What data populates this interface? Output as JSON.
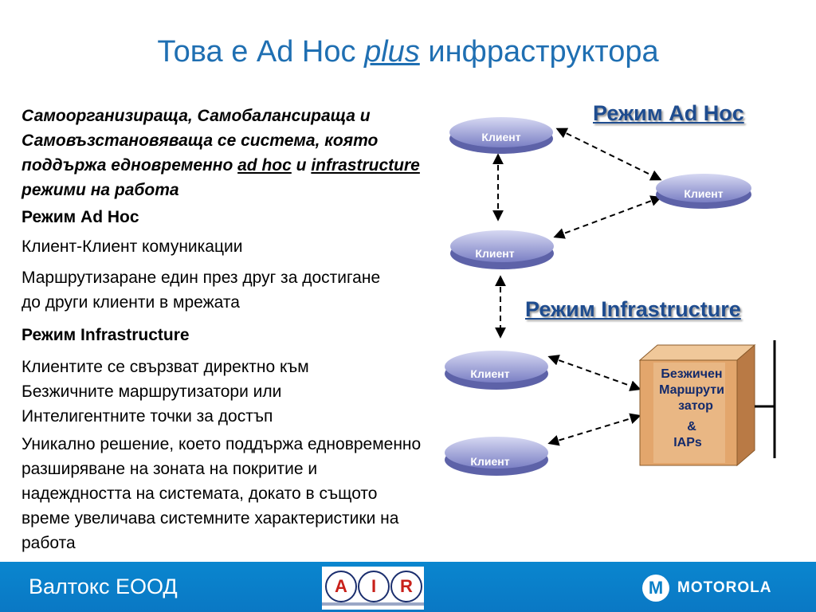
{
  "title": {
    "part1": "Това е Ad Hoc",
    "emph": "plus",
    "part2": "инфраструктора"
  },
  "intro": {
    "text1": "Самоорганизираща, Самобалансираща и Самовъзстановяваща се система, която поддържа едновременно",
    "ad_hoc": "ad hoc",
    "and": "и",
    "infrastructure": "infrastructure",
    "text2": "режими на работа"
  },
  "sections": {
    "adhoc_heading": "Режим Ad Hoc",
    "adhoc_p1": "Клиент-Клиент комуникации",
    "adhoc_p2": "Маршрутизаране един през друг за достигане до други клиенти в мрежата",
    "infra_heading": "Режим Infrastructure",
    "infra_p1": "Клиентите се свързват директно към Безжичните маршрутизатори или Интелигентните точки за достъп",
    "infra_p2": "Уникално решение, което поддържа едновременно разширяване на зоната на покритие и надеждността на системата, докато в същото време увеличава системните характеристики на работа"
  },
  "diagram": {
    "adhoc_label": "Режим Ad Hoc",
    "infra_label": "Режим Infrastructure",
    "clients": [
      "Клиент",
      "Клиент",
      "Клиент",
      "Клиент",
      "Клиент"
    ],
    "router_lines": [
      "Безжичен",
      "Маршрути",
      "затор",
      "&",
      "IAPs"
    ],
    "colors": {
      "client_fill": "#7b80c6",
      "box_fill": "#e3a66c",
      "label_blue": "#1e4c8f"
    }
  },
  "footer": {
    "company": "Валтокс ЕООД",
    "air_letters": [
      "A",
      "I",
      "R"
    ],
    "motorola": "MOTOROLA",
    "motorola_icon": "motorola-m-icon"
  }
}
